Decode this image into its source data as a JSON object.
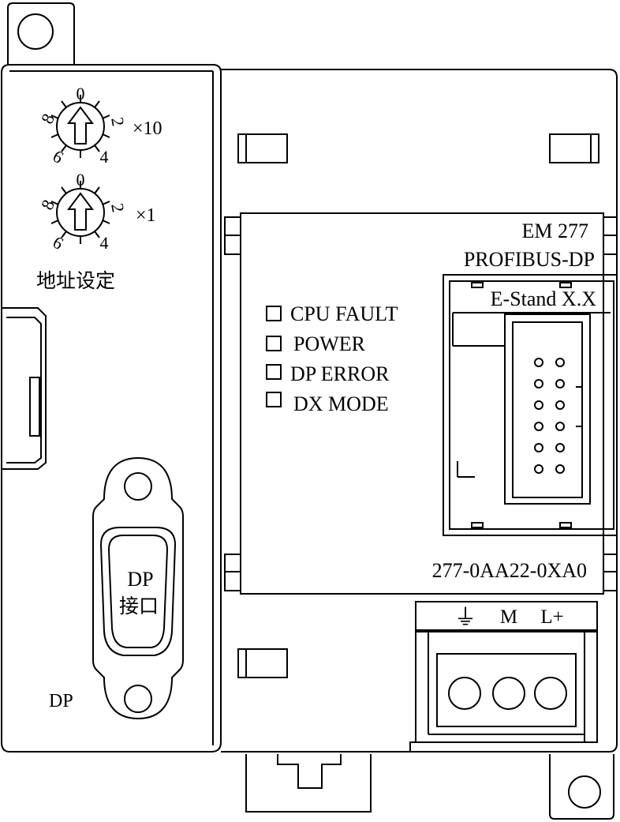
{
  "switches": {
    "tens": {
      "label": "×10",
      "digits": [
        "0",
        "2",
        "4",
        "6",
        "8"
      ]
    },
    "ones": {
      "label": "×1",
      "digits": [
        "0",
        "2",
        "4",
        "6",
        "8"
      ]
    },
    "caption": "地址设定"
  },
  "status_leds": [
    {
      "id": "cpu-fault",
      "label": "CPU FAULT"
    },
    {
      "id": "power",
      "label": "POWER"
    },
    {
      "id": "dp-error",
      "label": "DP ERROR"
    },
    {
      "id": "dx-mode",
      "label": "DX MODE"
    }
  ],
  "module": {
    "name": "EM 277",
    "bus": "PROFIBUS-DP",
    "stand": "E-Stand X.X",
    "order_no": "277-0AA22-0XA0"
  },
  "dp_port": {
    "line1": "DP",
    "line2": "接口",
    "side_label": "DP"
  },
  "power_terminals": {
    "ground": "⏚",
    "m": "M",
    "lplus": "L+"
  }
}
